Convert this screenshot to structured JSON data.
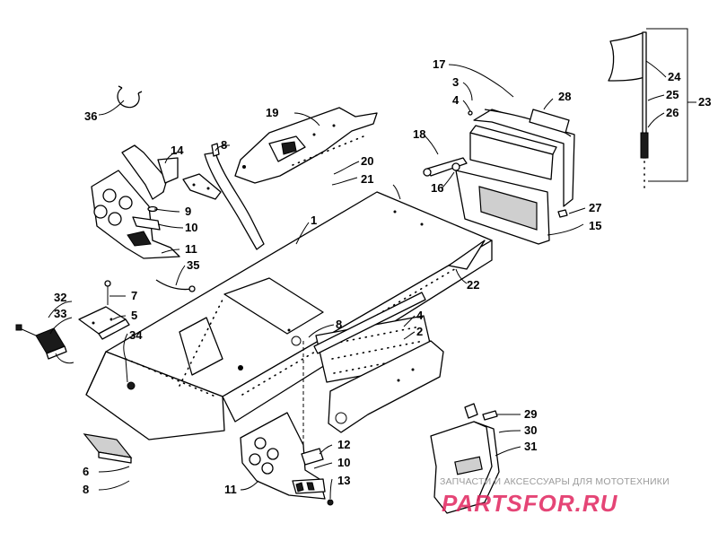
{
  "callouts": [
    {
      "id": "1",
      "label": "1"
    },
    {
      "id": "2",
      "label": "2"
    },
    {
      "id": "3",
      "label": "3"
    },
    {
      "id": "4a",
      "label": "4"
    },
    {
      "id": "4b",
      "label": "4"
    },
    {
      "id": "5",
      "label": "5"
    },
    {
      "id": "6",
      "label": "6"
    },
    {
      "id": "7",
      "label": "7"
    },
    {
      "id": "8a",
      "label": "8"
    },
    {
      "id": "8b",
      "label": "8"
    },
    {
      "id": "8c",
      "label": "8"
    },
    {
      "id": "9",
      "label": "9"
    },
    {
      "id": "10a",
      "label": "10"
    },
    {
      "id": "10b",
      "label": "10"
    },
    {
      "id": "11a",
      "label": "11"
    },
    {
      "id": "11b",
      "label": "11"
    },
    {
      "id": "12",
      "label": "12"
    },
    {
      "id": "13",
      "label": "13"
    },
    {
      "id": "14",
      "label": "14"
    },
    {
      "id": "15",
      "label": "15"
    },
    {
      "id": "16",
      "label": "16"
    },
    {
      "id": "17",
      "label": "17"
    },
    {
      "id": "18",
      "label": "18"
    },
    {
      "id": "19",
      "label": "19"
    },
    {
      "id": "20",
      "label": "20"
    },
    {
      "id": "21",
      "label": "21"
    },
    {
      "id": "22",
      "label": "22"
    },
    {
      "id": "23",
      "label": "23"
    },
    {
      "id": "24",
      "label": "24"
    },
    {
      "id": "25",
      "label": "25"
    },
    {
      "id": "26",
      "label": "26"
    },
    {
      "id": "27",
      "label": "27"
    },
    {
      "id": "28",
      "label": "28"
    },
    {
      "id": "29",
      "label": "29"
    },
    {
      "id": "30",
      "label": "30"
    },
    {
      "id": "31",
      "label": "31"
    },
    {
      "id": "32",
      "label": "32"
    },
    {
      "id": "33",
      "label": "33"
    },
    {
      "id": "34",
      "label": "34"
    },
    {
      "id": "35",
      "label": "35"
    },
    {
      "id": "36",
      "label": "36"
    }
  ],
  "watermark": {
    "tagline": "ЗАПЧАСТИ И АКСЕССУАРЫ ДЛЯ МОТОТЕХНИКИ",
    "logo": "PARTSFOR.RU",
    "logo_color": "#e0245e"
  },
  "colors": {
    "line": "#000000",
    "background": "#ffffff"
  }
}
